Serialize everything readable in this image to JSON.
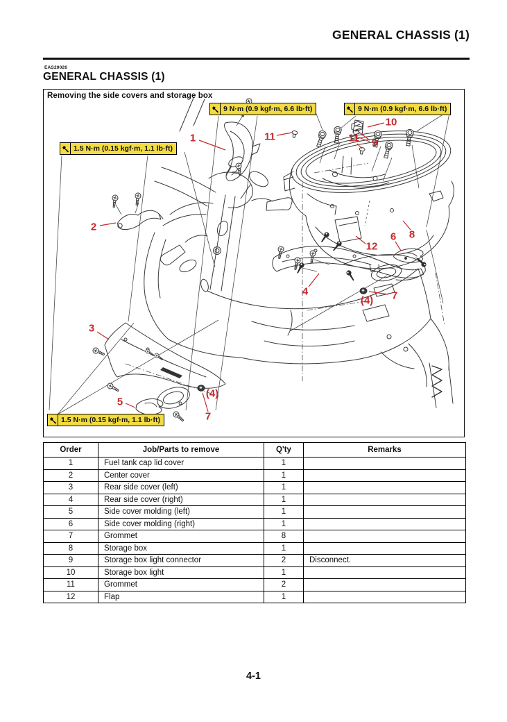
{
  "page": {
    "header_title": "GENERAL CHASSIS (1)",
    "section_code": "EAS20026",
    "section_title": "GENERAL CHASSIS (1)",
    "page_number": "4-1"
  },
  "figure": {
    "caption": "Removing the side covers and storage box",
    "torque_labels": [
      {
        "text": "9 N·m (0.9 kgf·m, 6.6 lb·ft)"
      },
      {
        "text": "9 N·m (0.9 kgf·m, 6.6 lb·ft)"
      },
      {
        "text": "1.5 N·m (0.15 kgf·m, 1.1 lb·ft)"
      },
      {
        "text": "1.5 N·m (0.15 kgf·m, 1.1 lb·ft)"
      }
    ],
    "callouts": [
      {
        "label": "1"
      },
      {
        "label": "11"
      },
      {
        "label": "10"
      },
      {
        "label": "11"
      },
      {
        "label": "9"
      },
      {
        "label": "2"
      },
      {
        "label": "12"
      },
      {
        "label": "6"
      },
      {
        "label": "8"
      },
      {
        "label": "4"
      },
      {
        "label": "(4)"
      },
      {
        "label": "7"
      },
      {
        "label": "3"
      },
      {
        "label": "(4)"
      },
      {
        "label": "7"
      },
      {
        "label": "5"
      }
    ]
  },
  "table": {
    "headers": [
      "Order",
      "Job/Parts to remove",
      "Q'ty",
      "Remarks"
    ],
    "rows": [
      [
        "1",
        "Fuel tank cap lid cover",
        "1",
        ""
      ],
      [
        "2",
        "Center cover",
        "1",
        ""
      ],
      [
        "3",
        "Rear side cover (left)",
        "1",
        ""
      ],
      [
        "4",
        "Rear side cover (right)",
        "1",
        ""
      ],
      [
        "5",
        "Side cover molding (left)",
        "1",
        ""
      ],
      [
        "6",
        "Side cover molding (right)",
        "1",
        ""
      ],
      [
        "7",
        "Grommet",
        "8",
        ""
      ],
      [
        "8",
        "Storage box",
        "1",
        ""
      ],
      [
        "9",
        "Storage box light connector",
        "2",
        "Disconnect."
      ],
      [
        "10",
        "Storage box light",
        "1",
        ""
      ],
      [
        "11",
        "Grommet",
        "2",
        ""
      ],
      [
        "12",
        "Flap",
        "1",
        ""
      ]
    ]
  }
}
